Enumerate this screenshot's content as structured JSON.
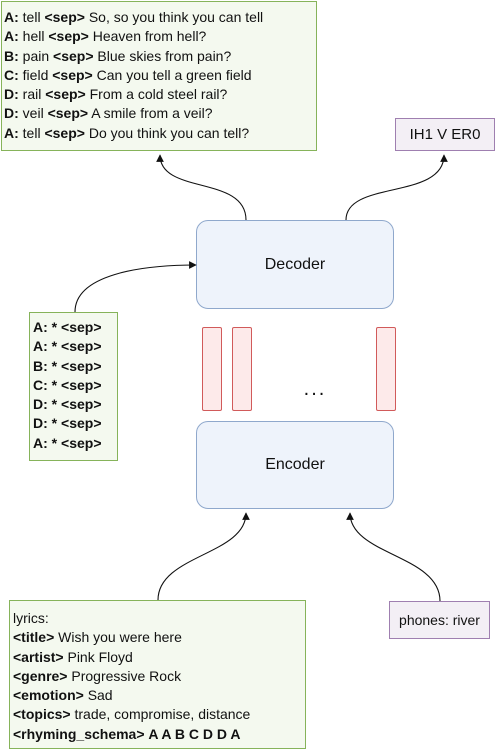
{
  "output_box": {
    "lines": [
      {
        "label": "A:",
        "word": "tell",
        "sep": "<sep>",
        "text": "So, so you think you can tell"
      },
      {
        "label": "A:",
        "word": "hell",
        "sep": "<sep>",
        "text": "Heaven from hell?"
      },
      {
        "label": "B:",
        "word": "pain",
        "sep": "<sep>",
        "text": "Blue skies from pain?"
      },
      {
        "label": "C:",
        "word": "field",
        "sep": "<sep>",
        "text": "Can you tell a green field"
      },
      {
        "label": "D:",
        "word": "rail",
        "sep": "<sep>",
        "text": "From a cold steel rail?"
      },
      {
        "label": "D:",
        "word": "veil",
        "sep": "<sep>",
        "text": "A smile from a veil?"
      },
      {
        "label": "A:",
        "word": "tell",
        "sep": "<sep>",
        "text": "Do you think you can tell?"
      }
    ]
  },
  "phoneme_output": "IH1 V ER0",
  "decoder_label": "Decoder",
  "encoder_label": "Encoder",
  "ellipsis": "...",
  "prompt_box": {
    "lines": [
      {
        "label": "A:",
        "mid": "*",
        "sep": "<sep>"
      },
      {
        "label": "A:",
        "mid": "*",
        "sep": "<sep>"
      },
      {
        "label": "B:",
        "mid": "*",
        "sep": "<sep>"
      },
      {
        "label": "C:",
        "mid": "*",
        "sep": "<sep>"
      },
      {
        "label": "D:",
        "mid": "*",
        "sep": "<sep>"
      },
      {
        "label": "D:",
        "mid": "*",
        "sep": "<sep>"
      },
      {
        "label": "A:",
        "mid": "*",
        "sep": "<sep>"
      }
    ]
  },
  "input_box": {
    "header": "lyrics:",
    "fields": [
      {
        "tag": "<title>",
        "value": "Wish you were here",
        "bold_value": false
      },
      {
        "tag": "<artist>",
        "value": "Pink Floyd",
        "bold_value": false
      },
      {
        "tag": "<genre>",
        "value": "Progressive Rock",
        "bold_value": false
      },
      {
        "tag": "<emotion>",
        "value": "Sad",
        "bold_value": false
      },
      {
        "tag": "<topics>",
        "value": "trade, compromise, distance",
        "bold_value": false
      },
      {
        "tag": "<rhyming_schema>",
        "value": "A A B C D D A",
        "bold_value": true
      }
    ]
  },
  "phones_input": "phones: river"
}
